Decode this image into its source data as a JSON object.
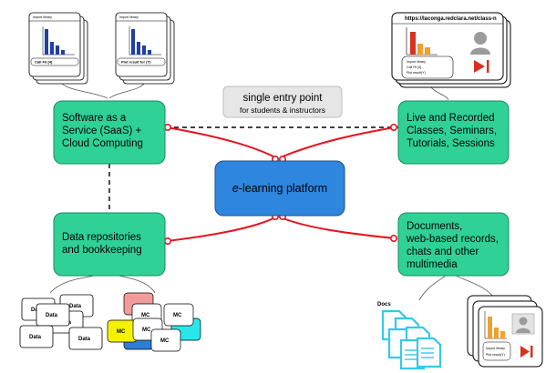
{
  "center": {
    "label_em": "e",
    "label_rest": "-learning platform"
  },
  "entry_point": {
    "title": "single entry point",
    "subtitle": "for students & instructors"
  },
  "nodes": {
    "saas": {
      "lines": [
        "Software as a",
        "Service (SaaS) +",
        "Cloud Computing"
      ]
    },
    "live": {
      "lines": [
        "Live and Recorded",
        "Classes, Seminars,",
        "Tutorials, Sessions"
      ]
    },
    "data": {
      "lines": [
        "Data repositories",
        "and bookkeeping"
      ]
    },
    "docs": {
      "lines": [
        "Documents,",
        "web-based records,",
        "chats and other",
        "multimedia"
      ]
    }
  },
  "saas_windows": [
    {
      "header": "Import library",
      "footer": "Call Fit [4]"
    },
    {
      "header": "Import library",
      "footer": "Plot result for (Y)"
    }
  ],
  "live_window": {
    "url": "https://laconga.redclara.net/class-n",
    "lines": [
      "Import library",
      "Call Fit [4]",
      "Plot result(Y)"
    ]
  },
  "data_labels": [
    "Data",
    "Data",
    "Data",
    "Data",
    "Data",
    "Data"
  ],
  "mc_labels": [
    "MC",
    "MC",
    "MC",
    "MC",
    "MC"
  ],
  "docs_label": "Docs",
  "media_window": {
    "lines": [
      "Import library",
      "Plot result(Y)"
    ]
  },
  "colors": {
    "node_green": "#2fd196",
    "center_blue": "#2e86de",
    "connector_red": "#e5141f",
    "doc_cyan": "#36c8e8",
    "mc_pink": "#f29b9b",
    "mc_blue": "#2f7fd6",
    "mc_cyan": "#29e6ea",
    "mc_yellow": "#f5f200",
    "bar_blue": "#1e3ea8",
    "bar_red": "#d6321e",
    "bar_orange": "#f0a12d"
  }
}
